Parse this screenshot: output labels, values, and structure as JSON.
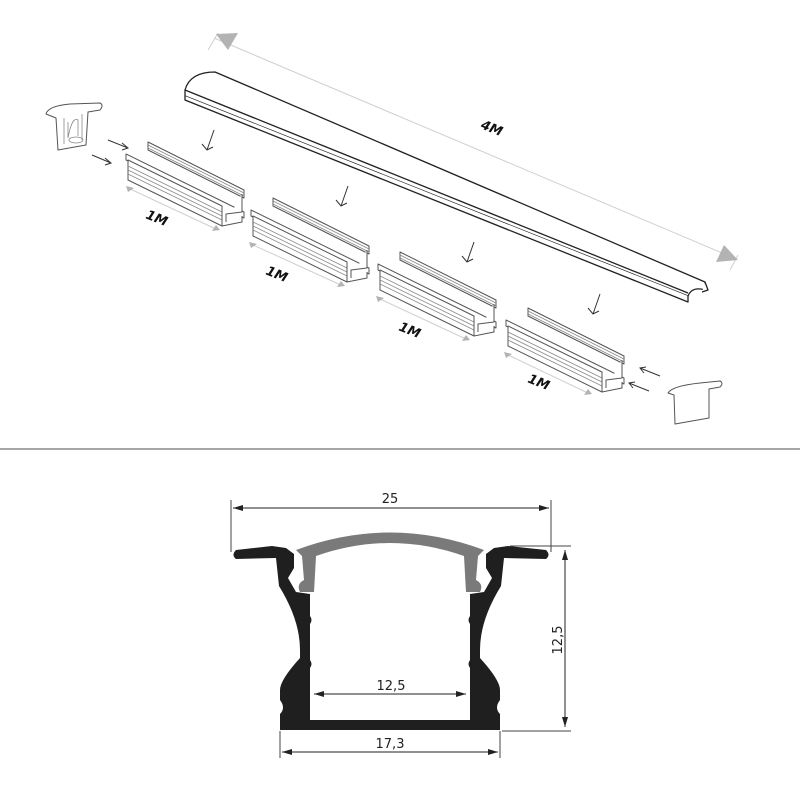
{
  "assembly": {
    "total_length_label": "4M",
    "diffuser": {
      "name": "diffuser cover",
      "length_label": "4M"
    },
    "segments": [
      {
        "label": "1M"
      },
      {
        "label": "1M"
      },
      {
        "label": "1M"
      },
      {
        "label": "1M"
      }
    ],
    "end_caps": [
      {
        "name": "end cap left"
      },
      {
        "name": "end cap right"
      }
    ]
  },
  "cross_section": {
    "dimensions": {
      "top_width": "25",
      "height": "12,5",
      "inner_width": "12,5",
      "bottom_width": "17,3"
    },
    "colors": {
      "profile": "#1f1f1f",
      "diffuser": "#7a7a7a",
      "dimension_lines": "#222222",
      "assembly_dim_lines": "#cfcfcf",
      "assembly_arrowheads": "#b3b3b3",
      "divider": "#a6a6a6"
    }
  }
}
